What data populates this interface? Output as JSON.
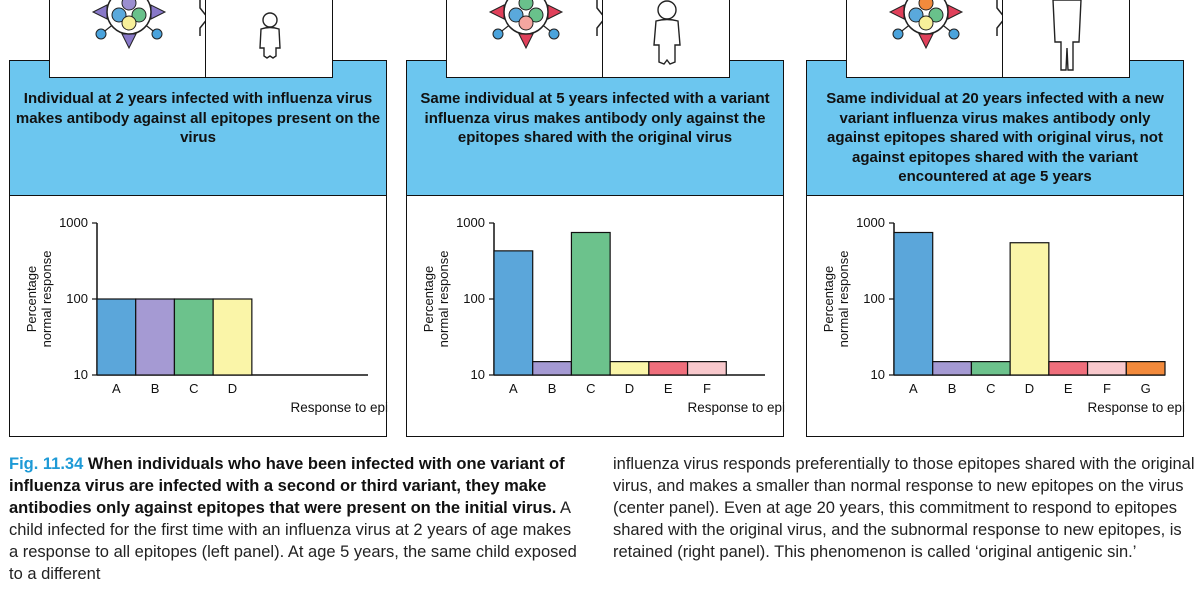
{
  "panels": [
    {
      "caption": "Individual at 2 years infected with influenza virus makes antibody against all epitopes present on the virus",
      "virus_colors": [
        "#9b8fd0",
        "#5aa9dc",
        "#69c18b",
        "#f7f09a"
      ],
      "spike_color": "#8878c8",
      "knob_color": "#4aa3dc"
    },
    {
      "caption": "Same individual at 5 years infected with a variant influenza virus makes antibody only against the epitopes shared with the original virus",
      "virus_colors": [
        "#69c18b",
        "#5aa9dc",
        "#69c18b",
        "#f4a6a0"
      ],
      "spike_color": "#e0405a",
      "knob_color": "#4aa3dc"
    },
    {
      "caption": "Same individual at 20 years infected with a new variant influenza virus makes antibody only against epitopes shared with original virus, not against epitopes shared with the variant encountered at age 5 years",
      "virus_colors": [
        "#f28a3c",
        "#5aa9dc",
        "#69c18b",
        "#f7f09a"
      ],
      "spike_color": "#e0405a",
      "knob_color": "#4aa3dc"
    }
  ],
  "chart_data": [
    {
      "type": "bar",
      "categories": [
        "A",
        "B",
        "C",
        "D"
      ],
      "values": [
        100,
        100,
        100,
        100
      ],
      "colors": [
        "#5ba6da",
        "#a59ad3",
        "#6cc28c",
        "#faf5a8"
      ],
      "ylabel": "Percentage normal response",
      "ylabel_lines": [
        "Percentage",
        "normal response"
      ],
      "xlabel": "Response to epitope",
      "yscale": "log",
      "ylim": [
        10,
        1000
      ],
      "yticks": [
        {
          "v": 1000,
          "label": "1000"
        },
        {
          "v": 100,
          "label": "100"
        },
        {
          "v": 10,
          "label": "10"
        }
      ],
      "slots": 7
    },
    {
      "type": "bar",
      "categories": [
        "A",
        "B",
        "C",
        "D",
        "E",
        "F"
      ],
      "values": [
        430,
        15,
        750,
        15,
        15,
        15
      ],
      "colors": [
        "#5ba6da",
        "#a59ad3",
        "#6cc28c",
        "#faf5a8",
        "#ef6f7c",
        "#f8c8cc"
      ],
      "ylabel": "Percentage normal response",
      "ylabel_lines": [
        "Percentage",
        "normal response"
      ],
      "xlabel": "Response to epitope",
      "yscale": "log",
      "ylim": [
        10,
        1000
      ],
      "yticks": [
        {
          "v": 1000,
          "label": "1000"
        },
        {
          "v": 100,
          "label": "100"
        },
        {
          "v": 10,
          "label": "10"
        }
      ],
      "slots": 7
    },
    {
      "type": "bar",
      "categories": [
        "A",
        "B",
        "C",
        "D",
        "E",
        "F",
        "G"
      ],
      "values": [
        750,
        15,
        15,
        550,
        15,
        15,
        15
      ],
      "colors": [
        "#5ba6da",
        "#a59ad3",
        "#6cc28c",
        "#faf5a8",
        "#ef6f7c",
        "#f8c8cc",
        "#f28a3c"
      ],
      "ylabel": "Percentage normal response",
      "ylabel_lines": [
        "Percentage",
        "normal response"
      ],
      "xlabel": "Response to epitope",
      "yscale": "log",
      "ylim": [
        10,
        1000
      ],
      "yticks": [
        {
          "v": 1000,
          "label": "1000"
        },
        {
          "v": 100,
          "label": "100"
        },
        {
          "v": 10,
          "label": "10"
        }
      ],
      "slots": 7
    }
  ],
  "figure_caption": {
    "number": "Fig. 11.34",
    "bold": "When individuals who have been infected with one variant of influenza virus are infected with a second or third variant, they make antibodies only against epitopes that were present on the initial virus.",
    "body_left": "A child infected for the first time with an influenza virus at 2 years of age makes a response to all epitopes (left panel). At age 5 years, the same child exposed to a different",
    "body_right": "influenza virus responds preferentially to those epitopes shared with the original virus, and makes a smaller than normal response to new epitopes on the virus (center panel). Even at age 20 years, this commitment to respond to epitopes shared with the original virus, and the subnormal response to new epitopes, is retained (right panel). This phenomenon is called ‘original antigenic sin.’"
  }
}
